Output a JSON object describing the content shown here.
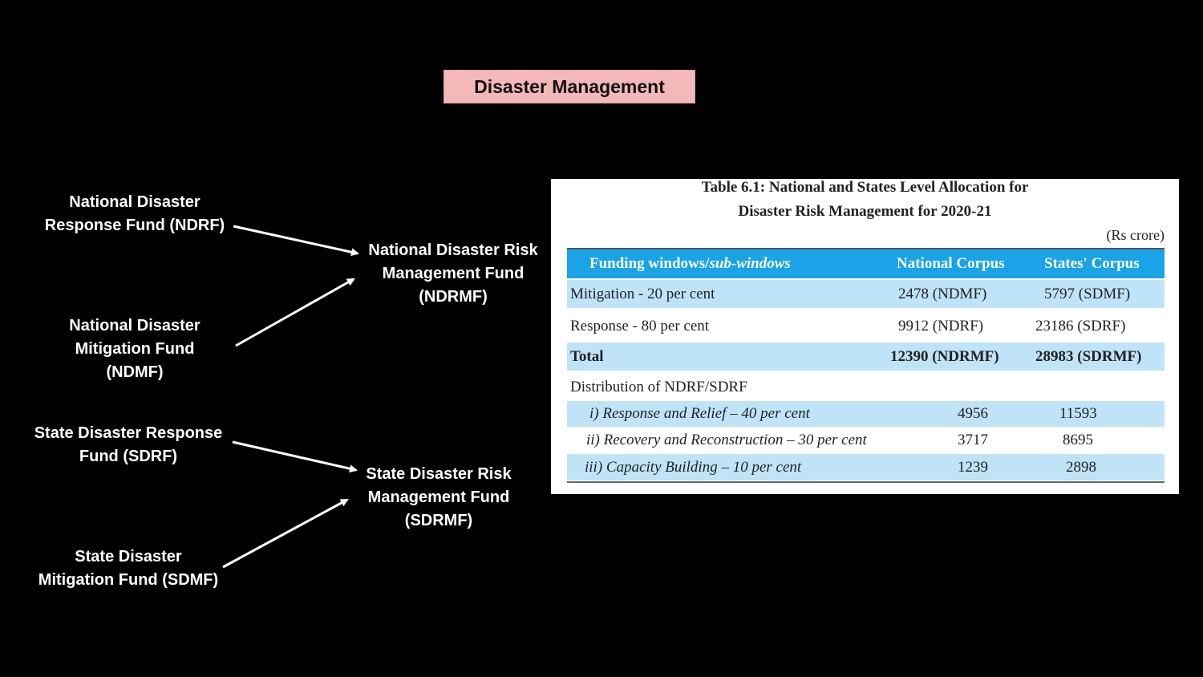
{
  "title": "Disaster Management",
  "diagram": {
    "sources_top": [
      {
        "text": "National Disaster\nResponse Fund (NDRF)"
      },
      {
        "text": "National Disaster\nMitigation Fund\n(NDMF)"
      }
    ],
    "target_top": "National Disaster Risk\nManagement Fund\n(NDRMF)",
    "sources_bottom": [
      {
        "text": "State Disaster Response\nFund (SDRF)"
      },
      {
        "text": "State Disaster\nMitigation Fund (SDMF)"
      }
    ],
    "target_bottom": "State Disaster Risk\nManagement Fund\n(SDRMF)",
    "arrow_color": "#ffffff"
  },
  "table": {
    "caption_line1": "Table 6.1: National and States Level Allocation for",
    "caption_line2": "Disaster Risk Management for 2020-21",
    "unit": "(Rs crore)",
    "header": {
      "col1_a": "Funding windows/",
      "col1_b": "sub-windows",
      "col2": "National Corpus",
      "col3": "States' Corpus"
    },
    "rows": [
      {
        "label": "Mitigation - 20 per cent",
        "national": "2478 (NDMF)",
        "states": "5797 (SDMF)"
      },
      {
        "label": "Response - 80 per cent",
        "national": "9912 (NDRF)",
        "states": "23186 (SDRF)"
      },
      {
        "label": "Total",
        "national": "12390 (NDRMF)",
        "states": "28983 (SDRMF)"
      },
      {
        "label": "Distribution of NDRF/SDRF",
        "national": "",
        "states": ""
      },
      {
        "label": "i) Response and Relief – 40 per cent",
        "national": "4956",
        "states": "11593"
      },
      {
        "label": "ii) Recovery and Reconstruction – 30 per cent",
        "national": "3717",
        "states": "8695"
      },
      {
        "label": "iii) Capacity Building – 10 per cent",
        "national": "1239",
        "states": "2898"
      }
    ],
    "header_color": "#1aa3e6",
    "band_color": "#bfe3f7"
  }
}
